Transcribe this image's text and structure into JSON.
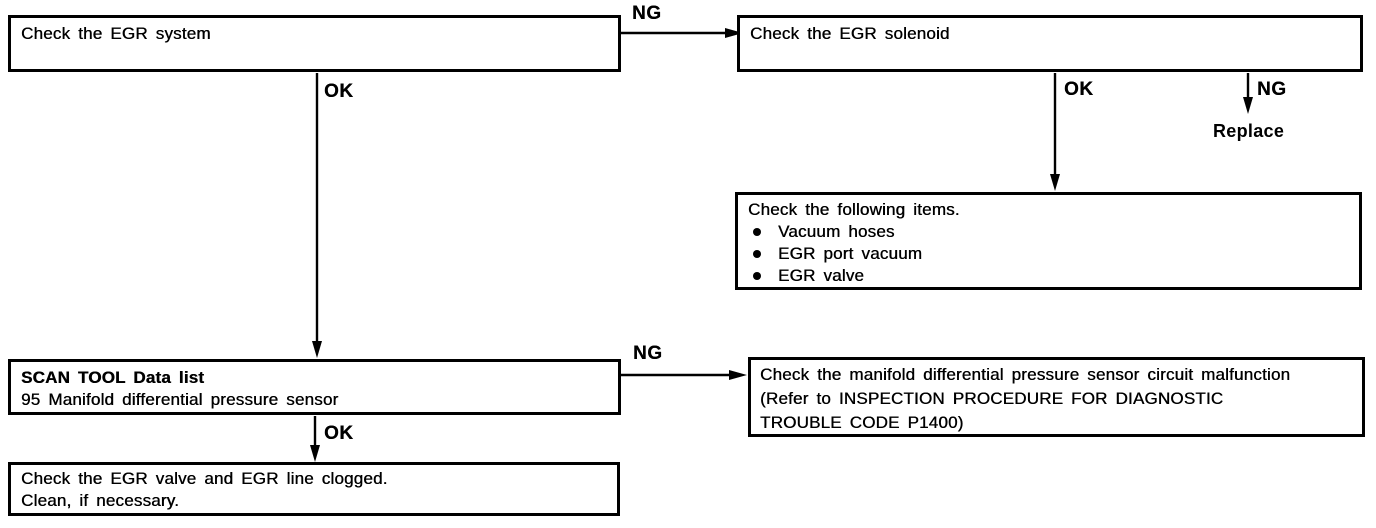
{
  "diagram": {
    "type": "diagnostic-flowchart",
    "colors": {
      "line": "#000000",
      "background": "#ffffff",
      "text": "#000000"
    },
    "boxes": {
      "check_egr_system": {
        "text": "Check the EGR system"
      },
      "check_egr_solenoid": {
        "text": "Check the EGR solenoid"
      },
      "check_following_items": {
        "title": "Check the following items.",
        "items": [
          "Vacuum hoses",
          "EGR port vacuum",
          "EGR valve"
        ]
      },
      "scan_tool": {
        "title": "SCAN TOOL Data list",
        "subtitle": "95 Manifold differential pressure sensor"
      },
      "sensor_circuit": {
        "lines": [
          "Check the manifold differential pressure sensor circuit malfunction",
          "(Refer to INSPECTION PROCEDURE FOR DIAGNOSTIC",
          "TROUBLE CODE P1400)"
        ]
      },
      "check_egr_valve": {
        "lines": [
          "Check the EGR valve and EGR line clogged.",
          "Clean, if necessary."
        ]
      }
    },
    "labels": {
      "ng_system": "NG",
      "ok_system": "OK",
      "ok_solenoid": "OK",
      "ng_solenoid": "NG",
      "replace": "Replace",
      "ng_scan": "NG",
      "ok_scan": "OK"
    }
  }
}
